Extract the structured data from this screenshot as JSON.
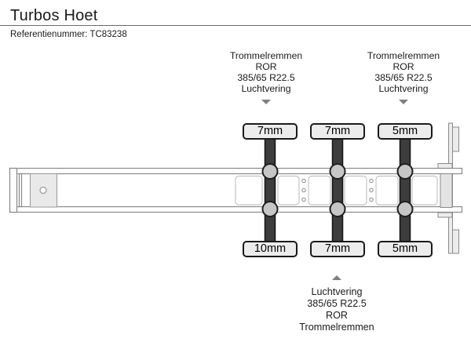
{
  "header": {
    "title": "Turbos Hoet",
    "reference": "Referentienummer: TC83238"
  },
  "annotations": {
    "axle1_top": {
      "lines": [
        "Trommelremmen",
        "ROR",
        "385/65 R22.5",
        "Luchtvering"
      ]
    },
    "axle3_top": {
      "lines": [
        "Trommelremmen",
        "ROR",
        "385/65 R22.5",
        "Luchtvering"
      ]
    },
    "axle2_bottom": {
      "lines": [
        "Luchtvering",
        "385/65 R22.5",
        "ROR",
        "Trommelremmen"
      ]
    }
  },
  "measurements": {
    "top": [
      "7mm",
      "7mm",
      "5mm"
    ],
    "bottom": [
      "10mm",
      "7mm",
      "5mm"
    ]
  },
  "colors": {
    "axle_dark": "#3d3d3d",
    "hub_fill": "#c6c6c6",
    "outline": "#8a8a8a",
    "label_bg": "#ececec",
    "label_border": "#1a1a1a",
    "arrow": "#7f7f7f",
    "text": "#1a1a1a"
  }
}
